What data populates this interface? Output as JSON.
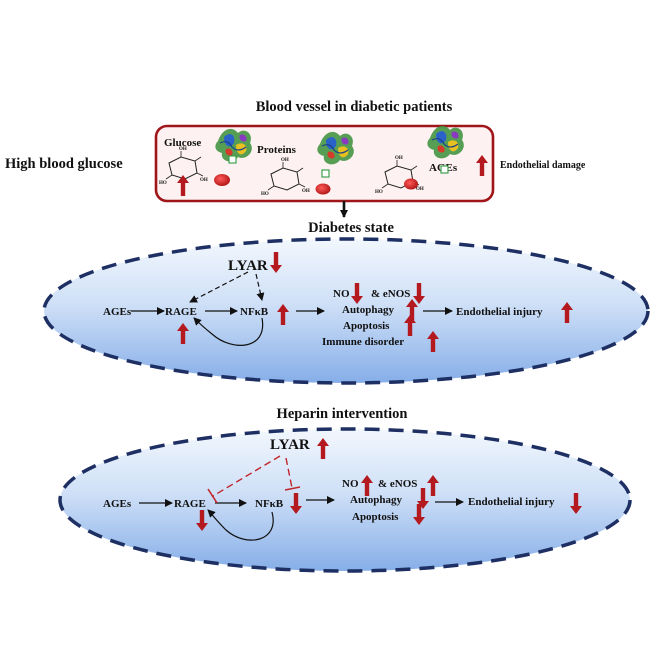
{
  "title": "Blood vessel in diabetic patients",
  "left_label": "High blood glucose",
  "vessel": {
    "glucose_label": "Glucose",
    "proteins_label": "Proteins",
    "ages_label": "AGEs",
    "damage_label": "Endothelial damage"
  },
  "diabetes": {
    "heading": "Diabetes state",
    "lyar": "LYAR",
    "ages": "AGEs",
    "rage": "RAGE",
    "nfkb": "NFκB",
    "effects": [
      "NO",
      "& eNOS",
      "Autophagy",
      "Apoptosis",
      "Immune disorder"
    ],
    "outcome": "Endothelial injury"
  },
  "heparin": {
    "heading": "Heparin intervention",
    "lyar": "LYAR",
    "ages": "AGEs",
    "rage": "RAGE",
    "nfkb": "NFκB",
    "effects": [
      "NO",
      "& eNOS",
      "Autophagy",
      "Apoptosis"
    ],
    "outcome": "Endothelial injury"
  },
  "colors": {
    "arrow_red": "#b3191e",
    "ellipse_border": "#1d2f63",
    "ellipse_fill_top": "#f2f7fd",
    "ellipse_fill_bottom": "#86aee8",
    "vessel_border": "#a0151a",
    "vessel_fill": "#fdf1f1",
    "rbc": "#d21c1c"
  }
}
